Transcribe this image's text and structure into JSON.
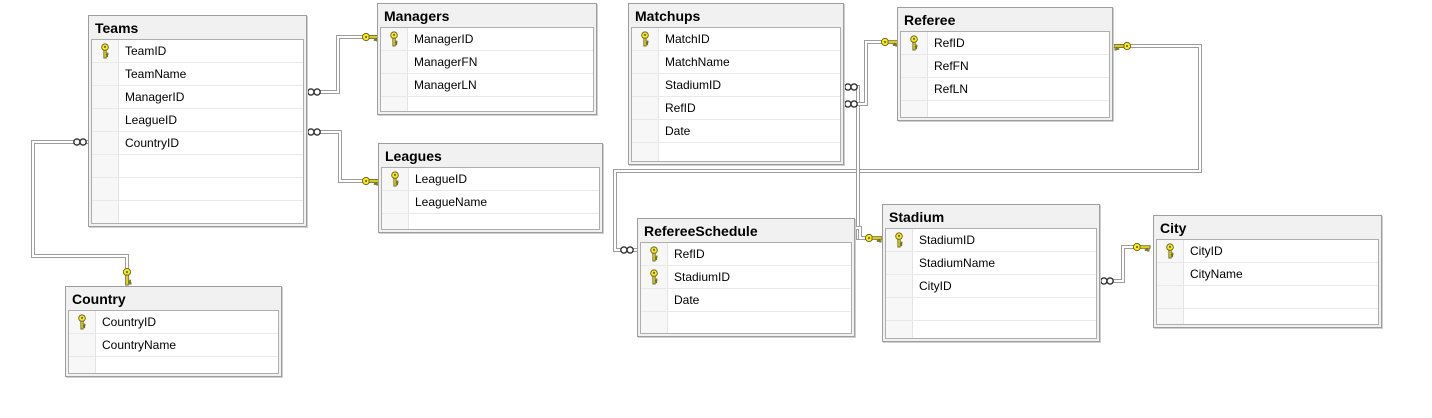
{
  "diagram": {
    "tables": [
      {
        "name": "Teams",
        "columns": [
          {
            "name": "TeamID",
            "pk": true
          },
          {
            "name": "TeamName",
            "pk": false
          },
          {
            "name": "ManagerID",
            "pk": false
          },
          {
            "name": "LeagueID",
            "pk": false
          },
          {
            "name": "CountryID",
            "pk": false
          }
        ]
      },
      {
        "name": "Managers",
        "columns": [
          {
            "name": "ManagerID",
            "pk": true
          },
          {
            "name": "ManagerFN",
            "pk": false
          },
          {
            "name": "ManagerLN",
            "pk": false
          }
        ]
      },
      {
        "name": "Leagues",
        "columns": [
          {
            "name": "LeagueID",
            "pk": true
          },
          {
            "name": "LeagueName",
            "pk": false
          }
        ]
      },
      {
        "name": "Matchups",
        "columns": [
          {
            "name": "MatchID",
            "pk": true
          },
          {
            "name": "MatchName",
            "pk": false
          },
          {
            "name": "StadiumID",
            "pk": false
          },
          {
            "name": "RefID",
            "pk": false
          },
          {
            "name": "Date",
            "pk": false
          }
        ]
      },
      {
        "name": "Referee",
        "columns": [
          {
            "name": "RefID",
            "pk": true
          },
          {
            "name": "RefFN",
            "pk": false
          },
          {
            "name": "RefLN",
            "pk": false
          }
        ]
      },
      {
        "name": "RefereeSchedule",
        "columns": [
          {
            "name": "RefID",
            "pk": true
          },
          {
            "name": "StadiumID",
            "pk": true
          },
          {
            "name": "Date",
            "pk": false
          }
        ]
      },
      {
        "name": "Stadium",
        "columns": [
          {
            "name": "StadiumID",
            "pk": true
          },
          {
            "name": "StadiumName",
            "pk": false
          },
          {
            "name": "CityID",
            "pk": false
          }
        ]
      },
      {
        "name": "City",
        "columns": [
          {
            "name": "CityID",
            "pk": true
          },
          {
            "name": "CityName",
            "pk": false
          }
        ]
      },
      {
        "name": "Country",
        "columns": [
          {
            "name": "CountryID",
            "pk": true
          },
          {
            "name": "CountryName",
            "pk": false
          }
        ]
      }
    ],
    "relationships": [
      {
        "one": "Managers.ManagerID",
        "many": "Teams.ManagerID"
      },
      {
        "one": "Leagues.LeagueID",
        "many": "Teams.LeagueID"
      },
      {
        "one": "Country.CountryID",
        "many": "Teams.CountryID"
      },
      {
        "one": "Stadium.StadiumID",
        "many": "Matchups.StadiumID"
      },
      {
        "one": "Referee.RefID",
        "many": "Matchups.RefID"
      },
      {
        "one": "Referee.RefID",
        "many": "RefereeSchedule.RefID"
      },
      {
        "one": "Stadium.StadiumID",
        "many": "RefereeSchedule.StadiumID"
      },
      {
        "one": "City.CityID",
        "many": "Stadium.CityID"
      }
    ]
  },
  "icons": {
    "primary_key": "key-icon",
    "relationship_one_end": "key-icon",
    "relationship_many_end": "infinity-icon"
  },
  "colors": {
    "canvas_bg": "#ffffff",
    "table_bg": "#f1f1f1",
    "table_border": "#9d9d9d",
    "grid_line": "#e9e9e9",
    "connector_gray": "#9c9c9c",
    "key_yellow": "#ffe81a"
  }
}
